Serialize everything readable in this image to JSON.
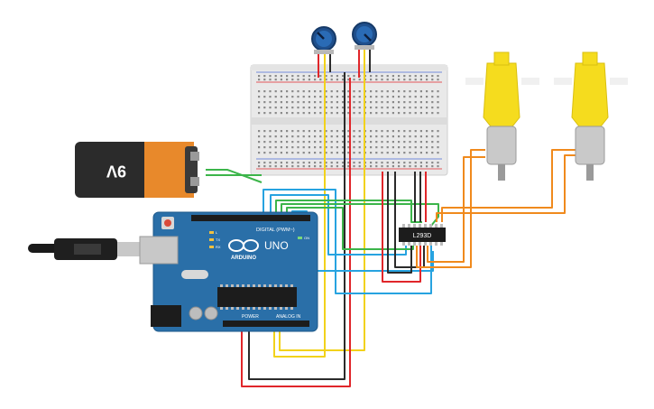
{
  "battery": {
    "label": "9V"
  },
  "arduino": {
    "brand": "ARDUINO",
    "model": "UNO",
    "digital_label": "DIGITAL (PWM~)",
    "power_label": "POWER",
    "analog_label": "ANALOG IN",
    "tx_label": "TX",
    "rx_label": "RX",
    "led_label": "L",
    "on_label": "ON"
  },
  "driver": {
    "label": "L293D"
  },
  "colors": {
    "wire_red": "#e0262a",
    "wire_black": "#2b2b2b",
    "wire_yellow": "#f2d21b",
    "wire_blue": "#27a3e0",
    "wire_green": "#3cb54a",
    "wire_orange": "#f08a1d",
    "board_blue": "#2a6fa8",
    "motor_yellow": "#f5dc1e",
    "pot_blue": "#1f4f8c"
  }
}
